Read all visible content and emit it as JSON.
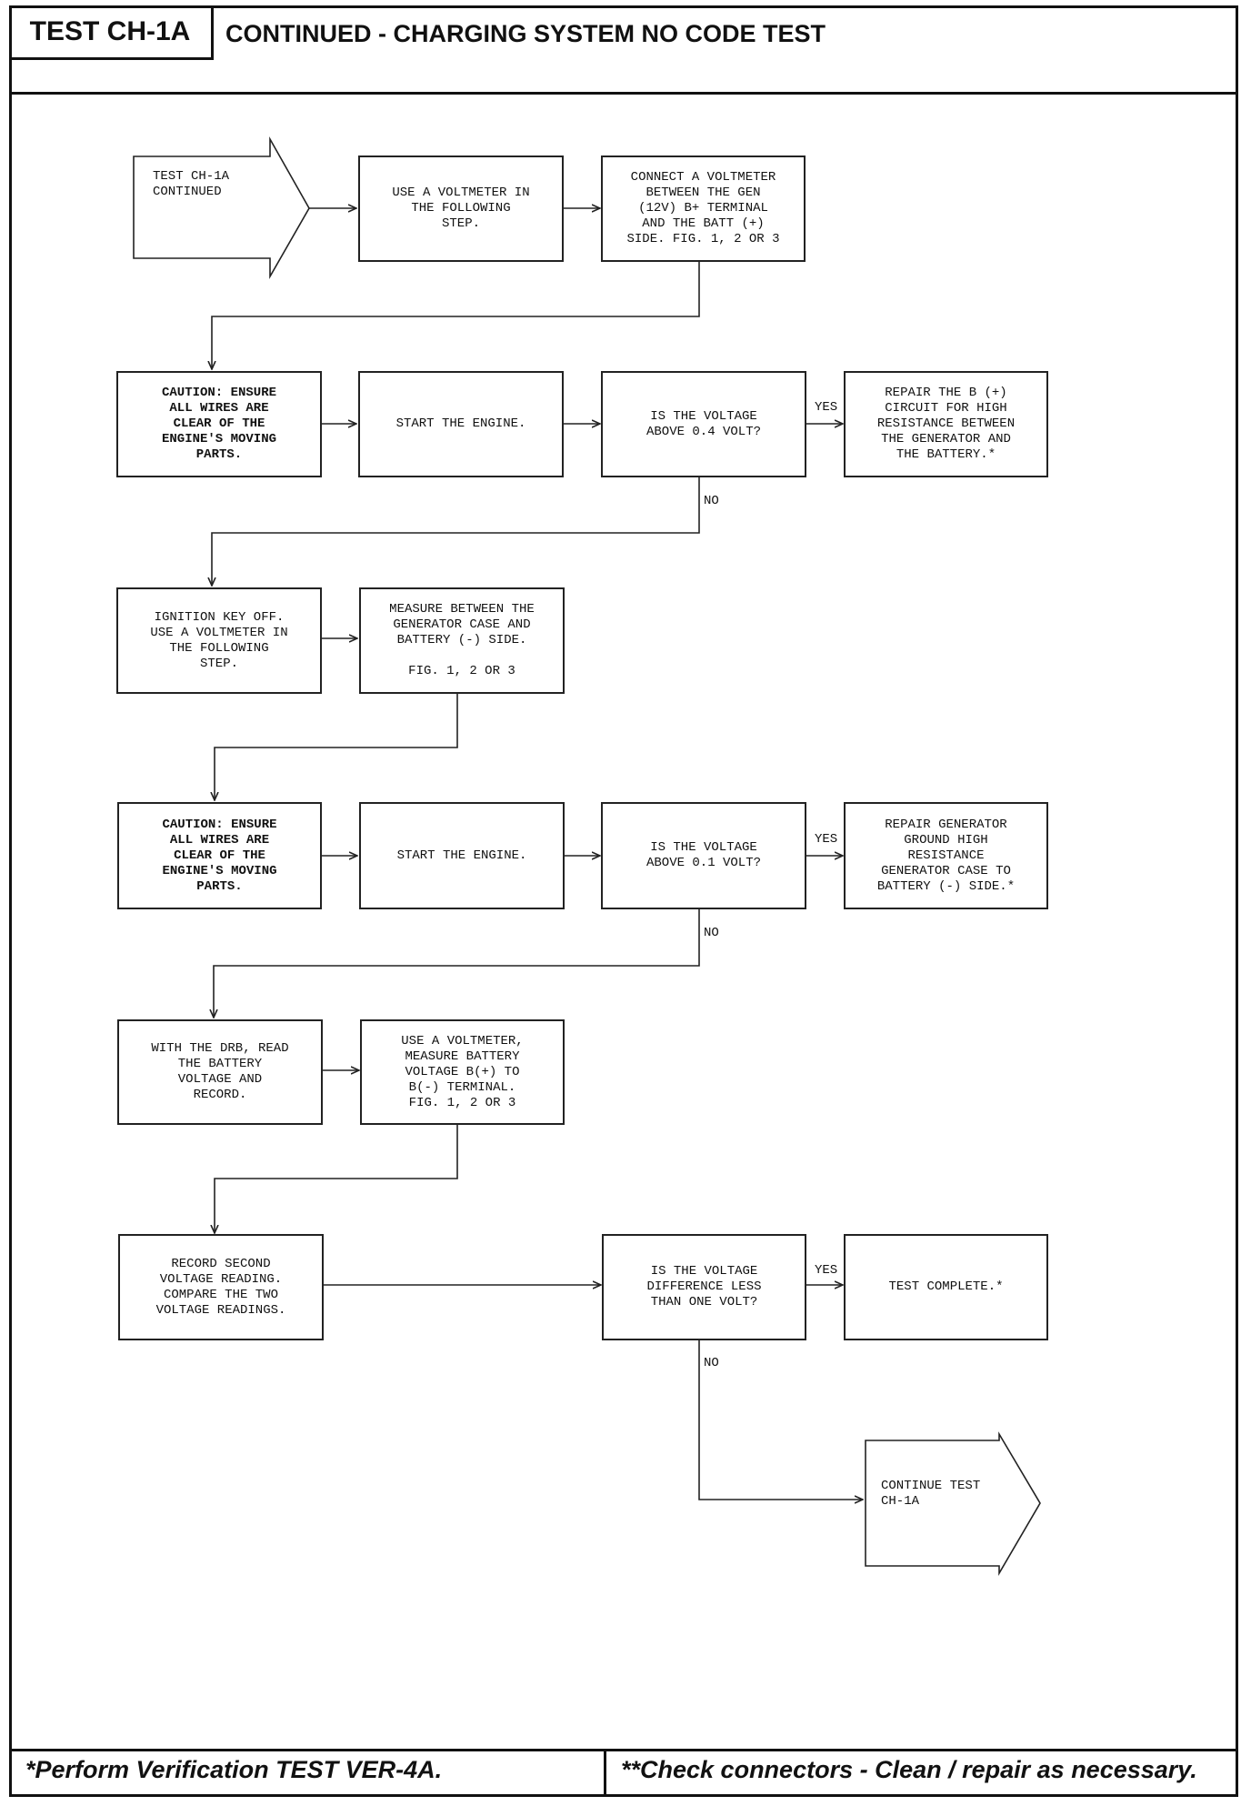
{
  "header": {
    "test_id": "TEST CH-1A",
    "title": "CONTINUED - CHARGING SYSTEM NO CODE TEST"
  },
  "flow": {
    "start": "TEST CH-1A\nCONTINUED",
    "use_voltmeter_1": "USE A VOLTMETER IN\nTHE FOLLOWING\nSTEP.",
    "connect_voltmeter": "CONNECT A VOLTMETER\nBETWEEN THE GEN\n(12V) B+ TERMINAL\nAND THE BATT (+)\nSIDE. FIG. 1, 2 OR 3",
    "caution_1": "CAUTION: ENSURE\nALL WIRES ARE\nCLEAR OF THE\nENGINE'S MOVING\nPARTS.",
    "start_engine_1": "START THE ENGINE.",
    "question_1": "IS THE VOLTAGE\nABOVE 0.4 VOLT?",
    "repair_b_plus": "REPAIR THE B (+)\nCIRCUIT FOR HIGH\nRESISTANCE BETWEEN\nTHE GENERATOR AND\nTHE BATTERY.*",
    "ignition_off": "IGNITION KEY OFF.\nUSE A VOLTMETER IN\nTHE FOLLOWING\nSTEP.",
    "measure_case": "MEASURE BETWEEN THE\nGENERATOR CASE AND\nBATTERY (-) SIDE.\n\nFIG. 1, 2 OR 3",
    "caution_2": "CAUTION: ENSURE\nALL WIRES ARE\nCLEAR OF THE\nENGINE'S MOVING\nPARTS.",
    "start_engine_2": "START THE ENGINE.",
    "question_2": "IS THE VOLTAGE\nABOVE 0.1 VOLT?",
    "repair_ground": "REPAIR GENERATOR\nGROUND HIGH\nRESISTANCE\nGENERATOR CASE TO\nBATTERY (-) SIDE.*",
    "drb_read": "WITH THE DRB, READ\nTHE BATTERY\nVOLTAGE AND\nRECORD.",
    "use_voltmeter_2": "USE A VOLTMETER,\nMEASURE BATTERY\nVOLTAGE B(+) TO\nB(-) TERMINAL.\nFIG. 1, 2 OR 3",
    "record_second": "RECORD SECOND\nVOLTAGE READING.\nCOMPARE THE TWO\nVOLTAGE READINGS.",
    "question_3": "IS THE VOLTAGE\nDIFFERENCE LESS\nTHAN ONE VOLT?",
    "test_complete": "TEST COMPLETE.*",
    "continue": "CONTINUE TEST\n CH-1A",
    "yes_label": "YES",
    "no_label": "NO"
  },
  "footer": {
    "left": "*Perform Verification TEST VER-4A.",
    "right": "**Check connectors - Clean / repair as necessary."
  }
}
